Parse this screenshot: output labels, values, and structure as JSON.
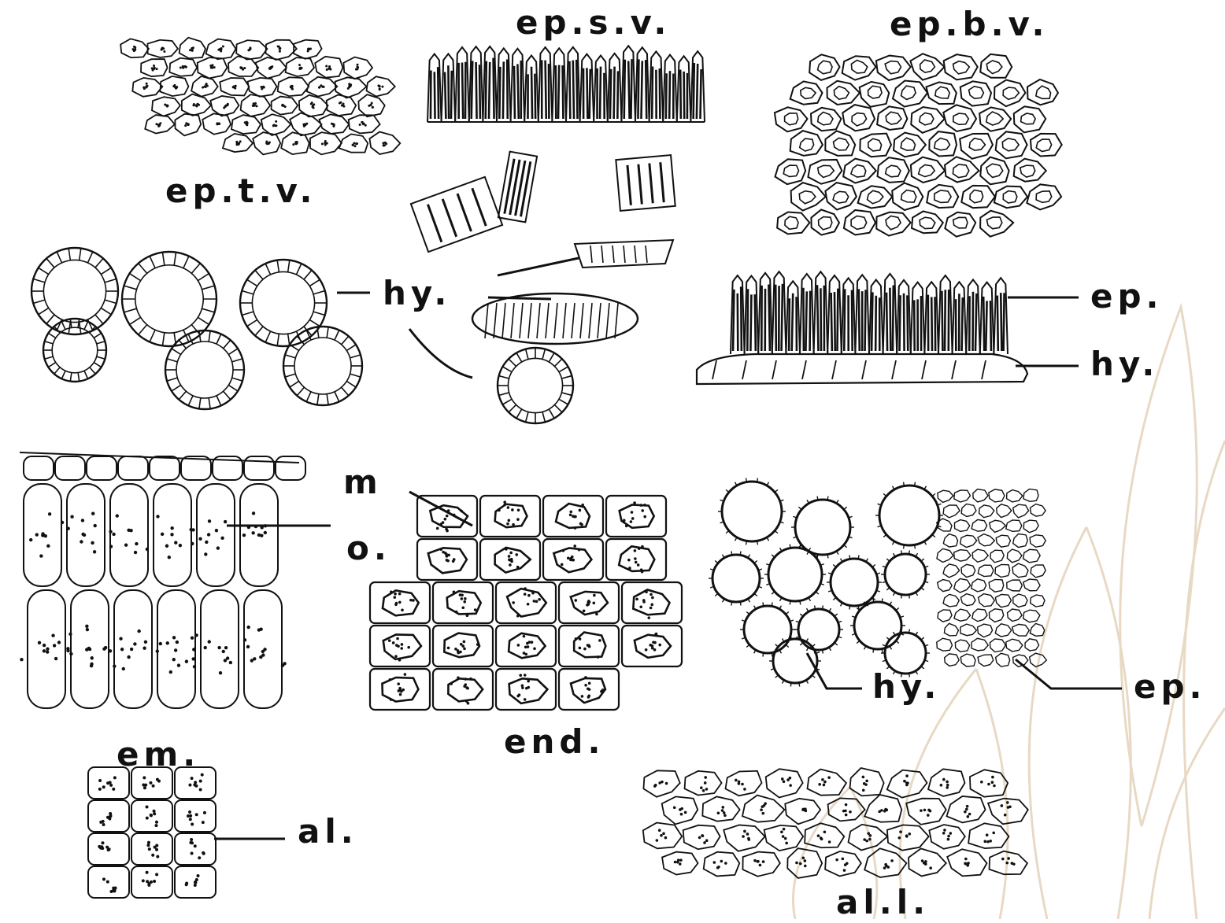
{
  "figure": {
    "labels": {
      "ep_sv": "ep.s.v.",
      "ep_bv": "ep.b.v.",
      "ep_tv": "ep.t.v.",
      "hy_center": "hy.",
      "ep_right": "ep.",
      "hy_right": "hy.",
      "m": "m",
      "o": "o.",
      "em": "em.",
      "end": "end.",
      "hy_lower": "hy.",
      "ep_lower": "ep.",
      "al": "al.",
      "all": "al.l."
    },
    "colors": {
      "ink": "#111111",
      "background": "#ffffff",
      "watermark": "#e8d9c4"
    }
  }
}
